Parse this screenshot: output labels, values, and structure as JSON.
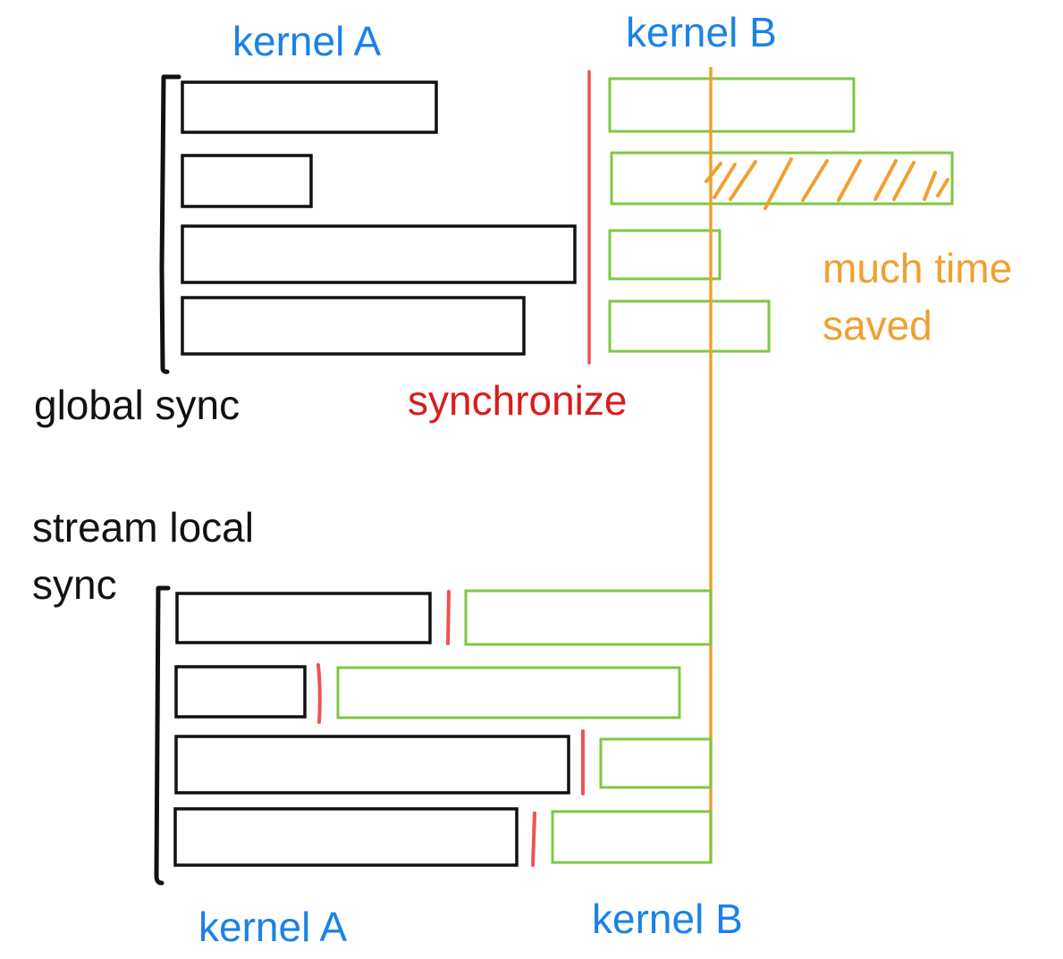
{
  "labels": {
    "top_kernel_a": "kernel A",
    "top_kernel_b": "kernel B",
    "global_sync": "global sync",
    "synchronize": "synchronize",
    "much_time_line1": "much time",
    "much_time_line2": "saved",
    "stream_local_line1": "stream local",
    "stream_local_line2": "sync",
    "bottom_kernel_a": "kernel A",
    "bottom_kernel_b": "kernel B"
  },
  "colors": {
    "kernel_a_stroke": "#111111",
    "kernel_b_stroke": "#7cc843",
    "sync_line": "#f05252",
    "time_line": "#f0a030",
    "label_blue": "#1a82e8",
    "label_red": "#d91c1c",
    "label_orange": "#f0a030"
  }
}
